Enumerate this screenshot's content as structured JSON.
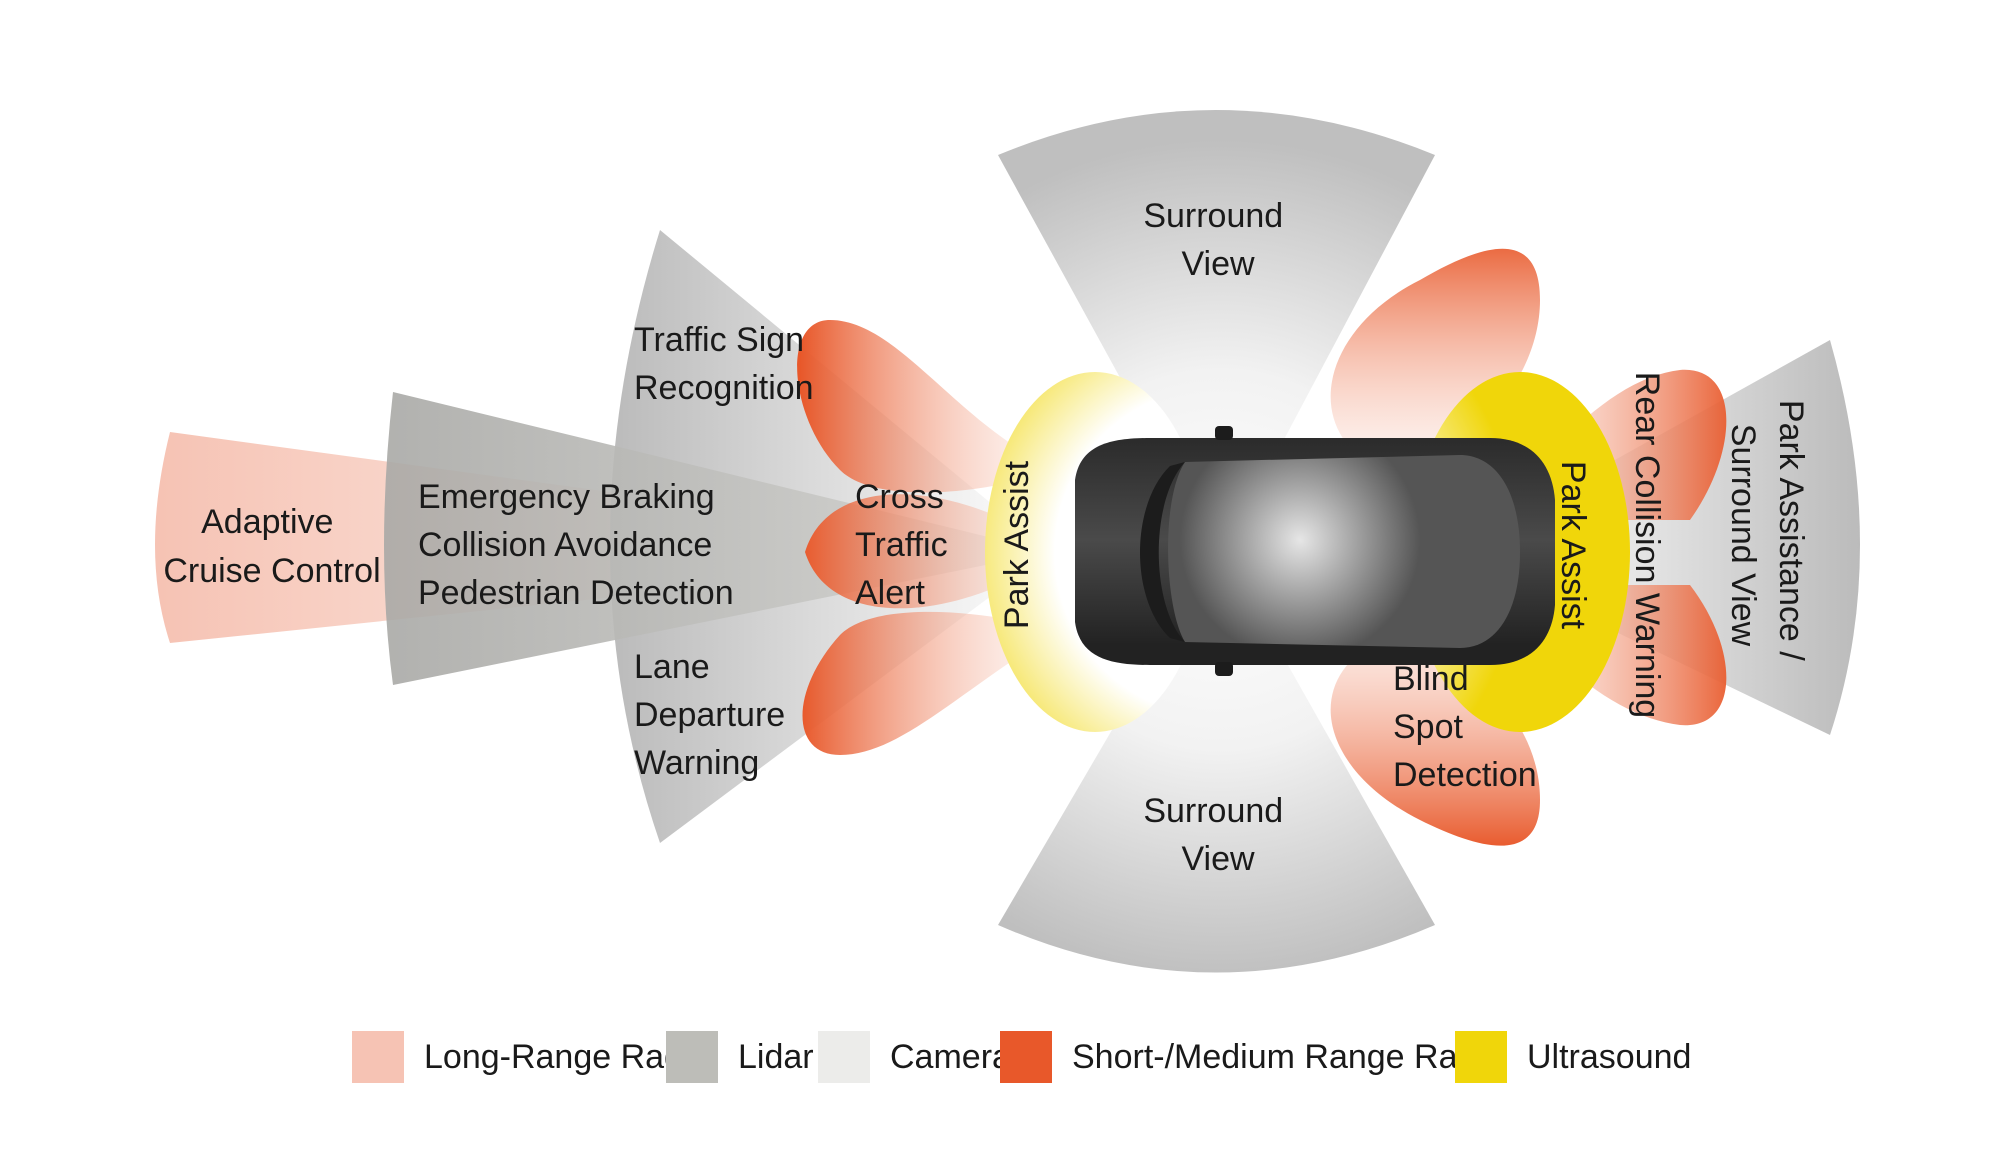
{
  "colors": {
    "long_range_radar": "#f6c3b4",
    "lidar": "#bdbdb8",
    "camera": "#ececea",
    "short_medium_radar": "#e8582a",
    "ultrasound": "#f0d60a"
  },
  "labels": {
    "adaptive_cruise": [
      "Adaptive",
      "Cruise Control"
    ],
    "emergency": [
      "Emergency Braking",
      "Collision Avoidance",
      "Pedestrian Detection"
    ],
    "traffic_sign": [
      "Traffic Sign",
      "Recognition"
    ],
    "lane_departure": [
      "Lane",
      "Departure",
      "Warning"
    ],
    "cross_traffic": [
      "Cross",
      "Traffic",
      "Alert"
    ],
    "park_assist_front": "Park Assist",
    "park_assist_rear": "Park Assist",
    "surround_top": [
      "Surround",
      "View"
    ],
    "surround_bottom": [
      "Surround",
      "View"
    ],
    "blind_spot": [
      "Blind",
      "Spot",
      "Detection"
    ],
    "rear_collision": "Rear Collision Warning",
    "park_assistance_surround": [
      "Park Assistance /",
      "Surround View"
    ]
  },
  "legend": [
    {
      "label": "Long-Range Radar",
      "color": "#f6c3b4"
    },
    {
      "label": "Lidar",
      "color": "#bdbdb8"
    },
    {
      "label": "Camera",
      "color": "#ececea"
    },
    {
      "label": "Short-/Medium Range Radar",
      "color": "#e8582a"
    },
    {
      "label": "Ultrasound",
      "color": "#f0d60a"
    }
  ]
}
